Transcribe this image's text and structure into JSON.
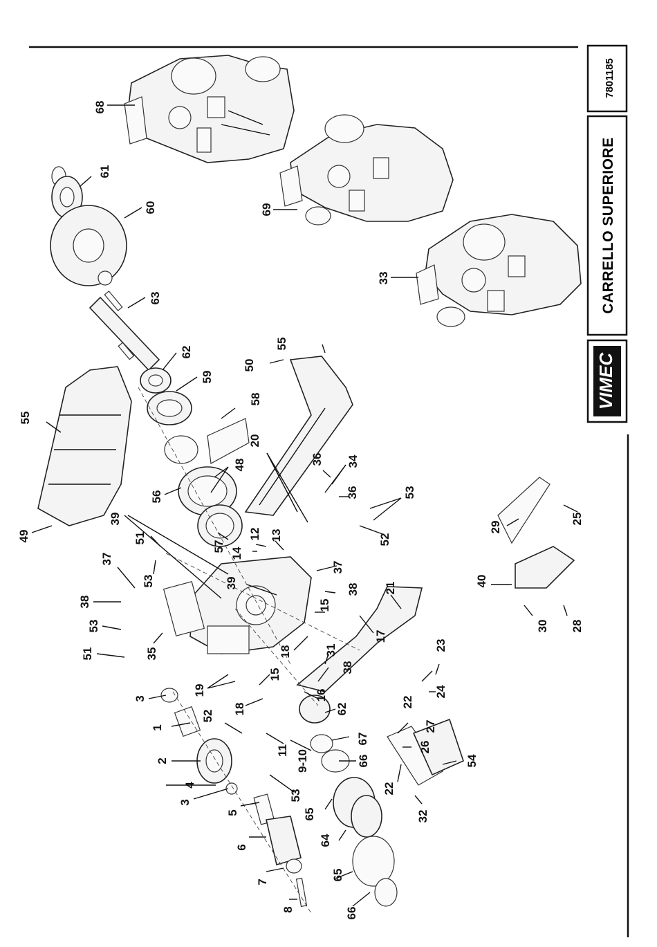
{
  "title_block": {
    "code": "7801185",
    "title": "CARRELLO SUPERIORE",
    "logo_text": "VIMEC"
  },
  "callouts": [
    {
      "id": "c68",
      "label": "68"
    },
    {
      "id": "c69",
      "label": "69"
    },
    {
      "id": "c33",
      "label": "33"
    },
    {
      "id": "c61",
      "label": "61"
    },
    {
      "id": "c60",
      "label": "60"
    },
    {
      "id": "c63",
      "label": "63"
    },
    {
      "id": "c62a",
      "label": "62"
    },
    {
      "id": "c59",
      "label": "59"
    },
    {
      "id": "c58",
      "label": "58"
    },
    {
      "id": "c55a",
      "label": "55"
    },
    {
      "id": "c55b",
      "label": "55"
    },
    {
      "id": "c50",
      "label": "50"
    },
    {
      "id": "c20",
      "label": "20"
    },
    {
      "id": "c36a",
      "label": "36"
    },
    {
      "id": "c34",
      "label": "34"
    },
    {
      "id": "c36b",
      "label": "36"
    },
    {
      "id": "c53a",
      "label": "53"
    },
    {
      "id": "c52a",
      "label": "52"
    },
    {
      "id": "c48",
      "label": "48"
    },
    {
      "id": "c56",
      "label": "56"
    },
    {
      "id": "c57",
      "label": "57"
    },
    {
      "id": "c49",
      "label": "49"
    },
    {
      "id": "c39a",
      "label": "39"
    },
    {
      "id": "c12",
      "label": "12"
    },
    {
      "id": "c13",
      "label": "13"
    },
    {
      "id": "c14",
      "label": "14"
    },
    {
      "id": "c51a",
      "label": "51"
    },
    {
      "id": "c37a",
      "label": "37"
    },
    {
      "id": "c37b",
      "label": "37"
    },
    {
      "id": "c39b",
      "label": "39"
    },
    {
      "id": "c38a",
      "label": "38"
    },
    {
      "id": "c38b",
      "label": "38"
    },
    {
      "id": "c53b",
      "label": "53"
    },
    {
      "id": "c53c",
      "label": "53"
    },
    {
      "id": "c51b",
      "label": "51"
    },
    {
      "id": "c35",
      "label": "35"
    },
    {
      "id": "c15a",
      "label": "15"
    },
    {
      "id": "c21",
      "label": "21"
    },
    {
      "id": "c17",
      "label": "17"
    },
    {
      "id": "c18a",
      "label": "18"
    },
    {
      "id": "c31",
      "label": "31"
    },
    {
      "id": "c38c",
      "label": "38"
    },
    {
      "id": "c23",
      "label": "23"
    },
    {
      "id": "c19",
      "label": "19"
    },
    {
      "id": "c15b",
      "label": "15"
    },
    {
      "id": "c3a",
      "label": "3"
    },
    {
      "id": "c18b",
      "label": "18"
    },
    {
      "id": "c16",
      "label": "16"
    },
    {
      "id": "c62b",
      "label": "62"
    },
    {
      "id": "c22a",
      "label": "22"
    },
    {
      "id": "c24",
      "label": "24"
    },
    {
      "id": "c1",
      "label": "1"
    },
    {
      "id": "c52b",
      "label": "52"
    },
    {
      "id": "c11",
      "label": "11"
    },
    {
      "id": "c910",
      "label": "9-10"
    },
    {
      "id": "c67",
      "label": "67"
    },
    {
      "id": "c27",
      "label": "27"
    },
    {
      "id": "c26",
      "label": "26"
    },
    {
      "id": "c2",
      "label": "2"
    },
    {
      "id": "c4",
      "label": "4"
    },
    {
      "id": "c53d",
      "label": "53"
    },
    {
      "id": "c66a",
      "label": "66"
    },
    {
      "id": "c22b",
      "label": "22"
    },
    {
      "id": "c54",
      "label": "54"
    },
    {
      "id": "c3b",
      "label": "3"
    },
    {
      "id": "c5",
      "label": "5"
    },
    {
      "id": "c65a",
      "label": "65"
    },
    {
      "id": "c32",
      "label": "32"
    },
    {
      "id": "c6",
      "label": "6"
    },
    {
      "id": "c64",
      "label": "64"
    },
    {
      "id": "c7",
      "label": "7"
    },
    {
      "id": "c65b",
      "label": "65"
    },
    {
      "id": "c8",
      "label": "8"
    },
    {
      "id": "c66b",
      "label": "66"
    },
    {
      "id": "c29",
      "label": "29"
    },
    {
      "id": "c25",
      "label": "25"
    },
    {
      "id": "c40",
      "label": "40"
    },
    {
      "id": "c30",
      "label": "30"
    },
    {
      "id": "c28",
      "label": "28"
    }
  ]
}
